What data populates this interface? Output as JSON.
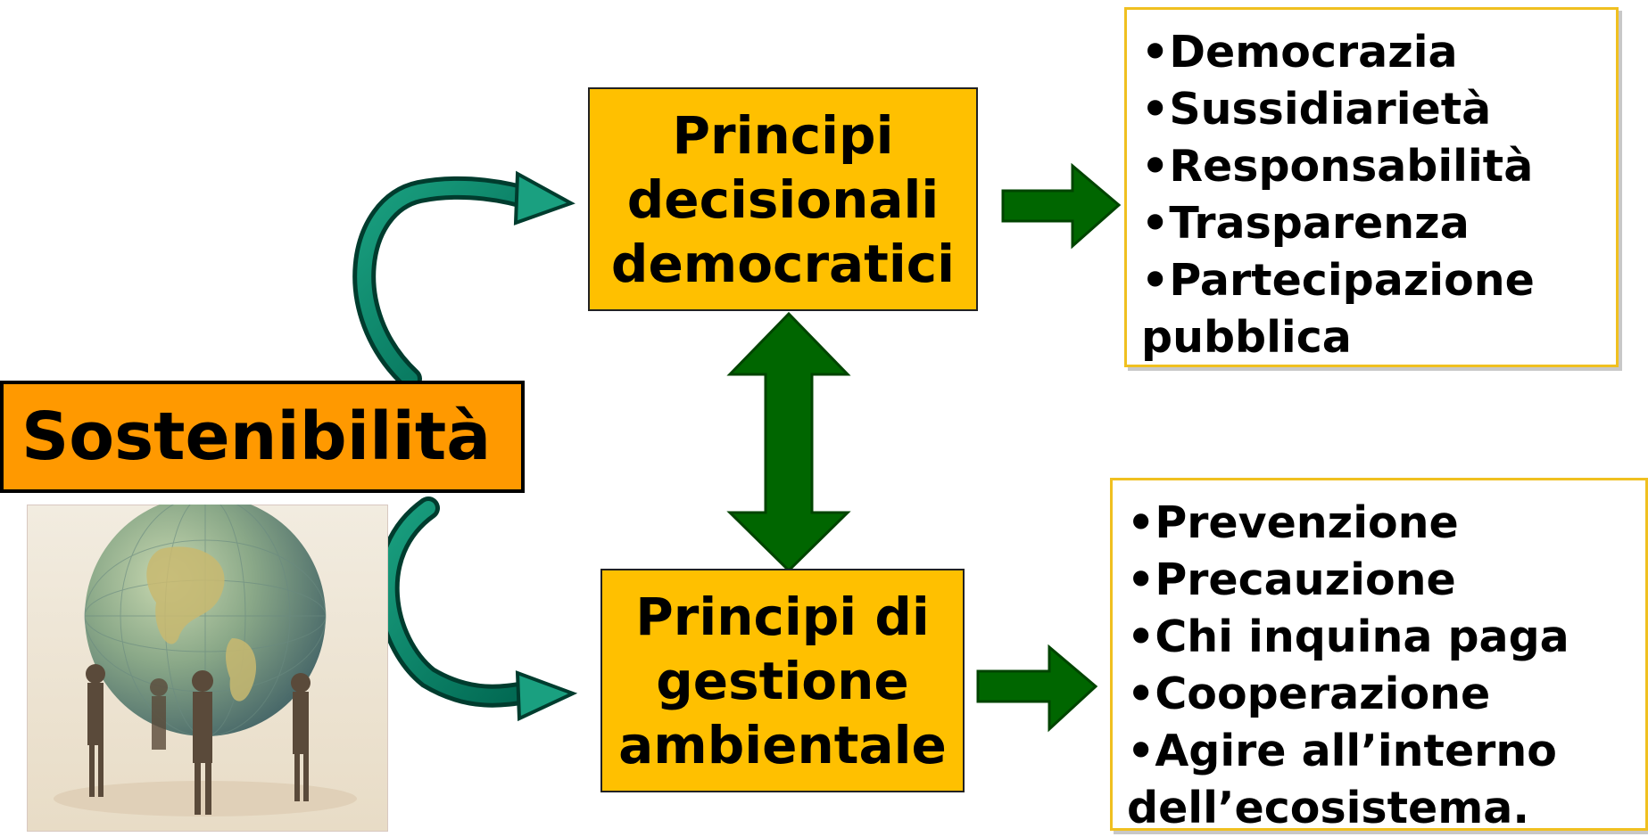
{
  "central": {
    "label": "Sostenibilità"
  },
  "top_box": {
    "lines": [
      "Principi",
      "decisionali",
      "democratici"
    ]
  },
  "bottom_box": {
    "lines": [
      "Principi di",
      "gestione",
      "ambientale"
    ]
  },
  "top_list": {
    "items": [
      "•Democrazia",
      "•Sussidiarietà",
      "•Responsabilità",
      "•Trasparenza",
      "•Partecipazione",
      "pubblica"
    ]
  },
  "bottom_list": {
    "items": [
      "•Prevenzione",
      "•Precauzione",
      "•Chi inquina paga",
      "•Cooperazione",
      "•Agire all’interno",
      "dell’ecosistema."
    ]
  },
  "colors": {
    "central_fill": "#ff9900",
    "box_fill": "#ffc000",
    "list_border": "#f0c020",
    "arrow_green": "#006600",
    "curved_arrow_teal": "#008060"
  },
  "image": {
    "description_icon": "globe-held-by-people-photo"
  }
}
